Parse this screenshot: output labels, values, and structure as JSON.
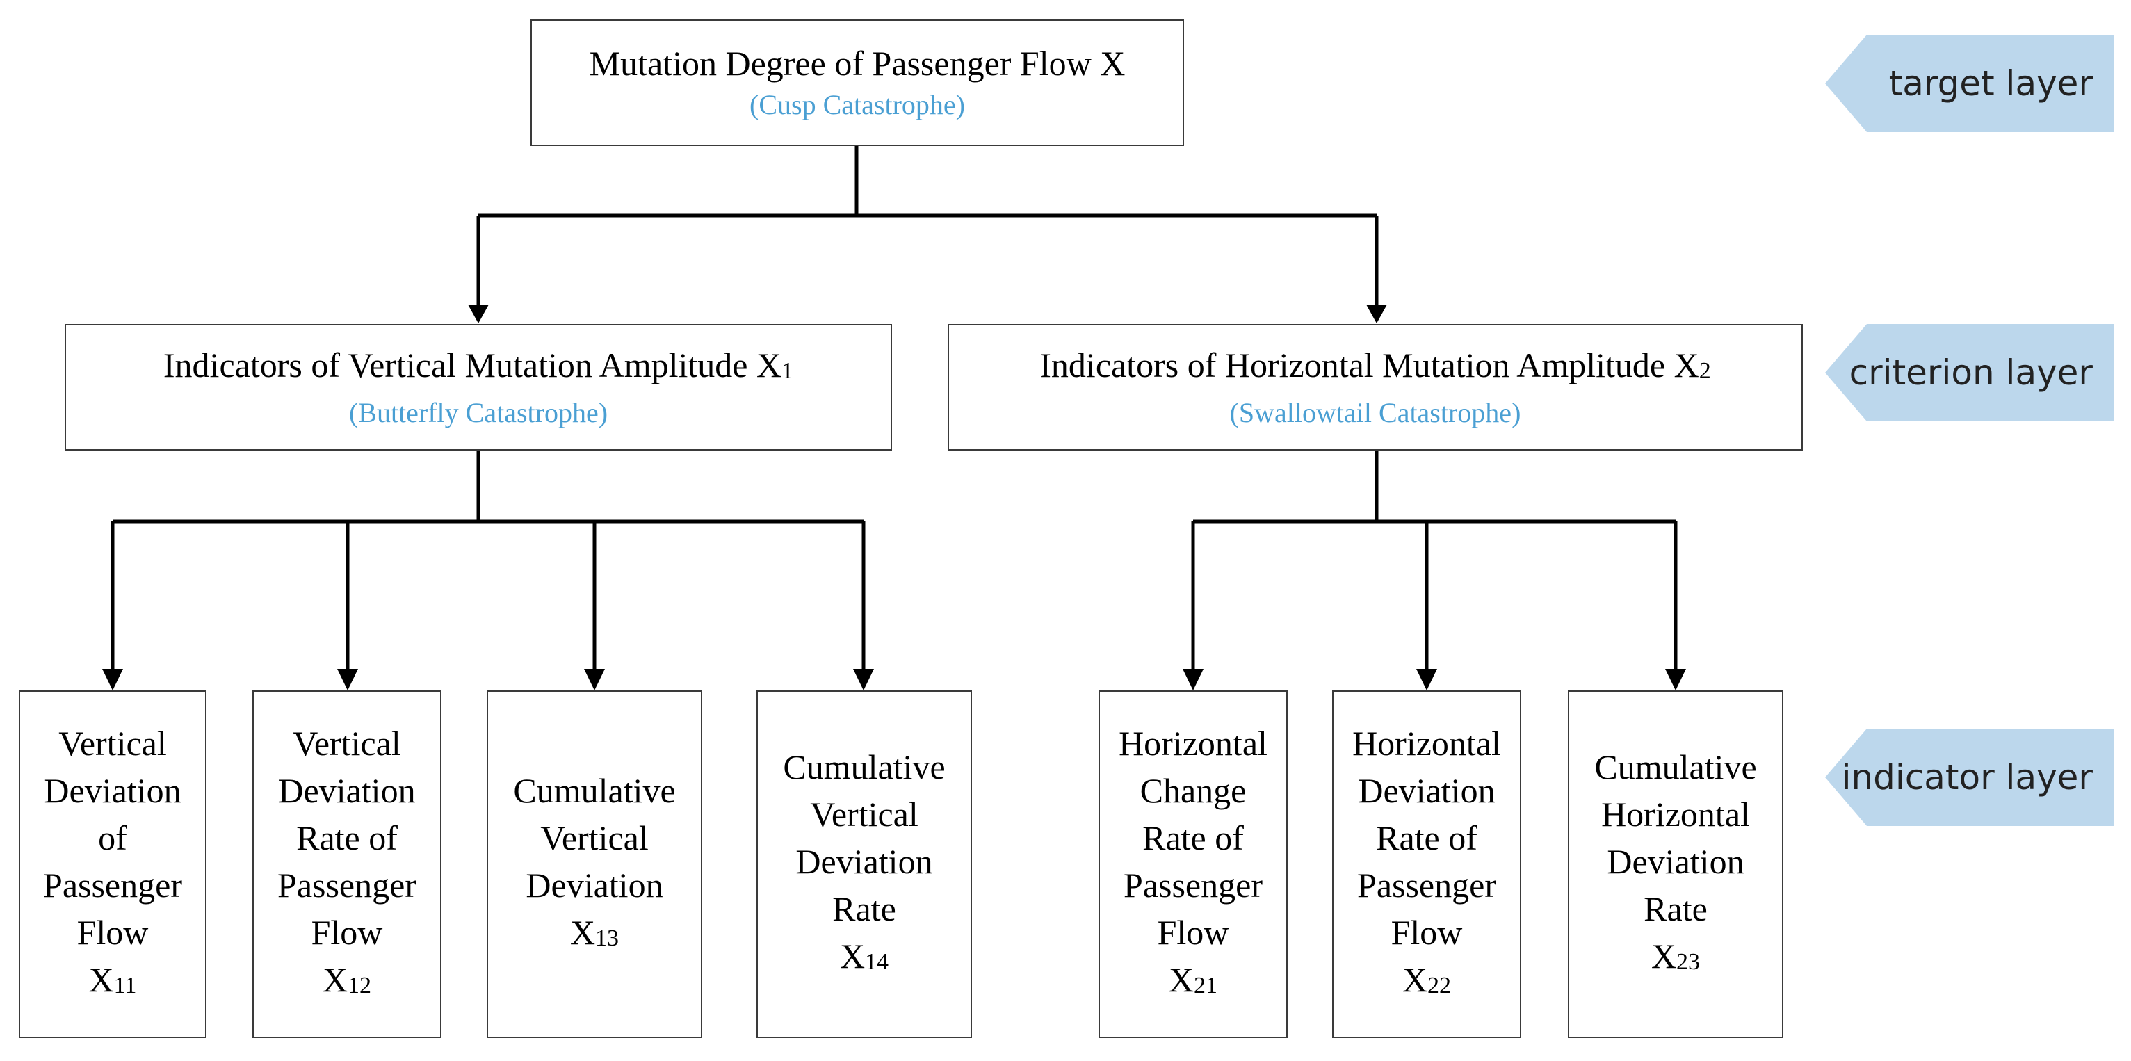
{
  "target": {
    "title": "Mutation Degree of Passenger Flow X",
    "subtitle": "(Cusp Catastrophe)"
  },
  "criteria": [
    {
      "title": "Indicators of Vertical Mutation Amplitude X",
      "title_sub": "1",
      "subtitle": "(Butterfly Catastrophe)"
    },
    {
      "title": "Indicators of Horizontal Mutation Amplitude X",
      "title_sub": "2",
      "subtitle": "(Swallowtail Catastrophe)"
    }
  ],
  "indicators": [
    {
      "lines": [
        "Vertical",
        "Deviation",
        "of",
        "Passenger",
        "Flow"
      ],
      "symbol": "X",
      "symbol_sub": "11"
    },
    {
      "lines": [
        "Vertical",
        "Deviation",
        "Rate of",
        "Passenger",
        "Flow"
      ],
      "symbol": "X",
      "symbol_sub": "12"
    },
    {
      "lines": [
        "Cumulative",
        "Vertical",
        "Deviation"
      ],
      "symbol": "X",
      "symbol_sub": "13"
    },
    {
      "lines": [
        "Cumulative",
        "Vertical",
        "Deviation",
        "Rate"
      ],
      "symbol": "X",
      "symbol_sub": "14"
    },
    {
      "lines": [
        "Horizontal",
        "Change",
        "Rate of",
        "Passenger",
        "Flow"
      ],
      "symbol": "X",
      "symbol_sub": "21"
    },
    {
      "lines": [
        "Horizontal",
        "Deviation",
        "Rate of",
        "Passenger",
        "Flow"
      ],
      "symbol": "X",
      "symbol_sub": "22"
    },
    {
      "lines": [
        "Cumulative",
        "Horizontal",
        "Deviation",
        "Rate"
      ],
      "symbol": "X",
      "symbol_sub": "23"
    }
  ],
  "layers": {
    "target": "target layer",
    "criterion": "criterion layer",
    "indicator": "indicator layer"
  },
  "colors": {
    "subtitle": "#4a9fd3",
    "tag_fill": "#bcd7ec",
    "line": "#000000"
  }
}
